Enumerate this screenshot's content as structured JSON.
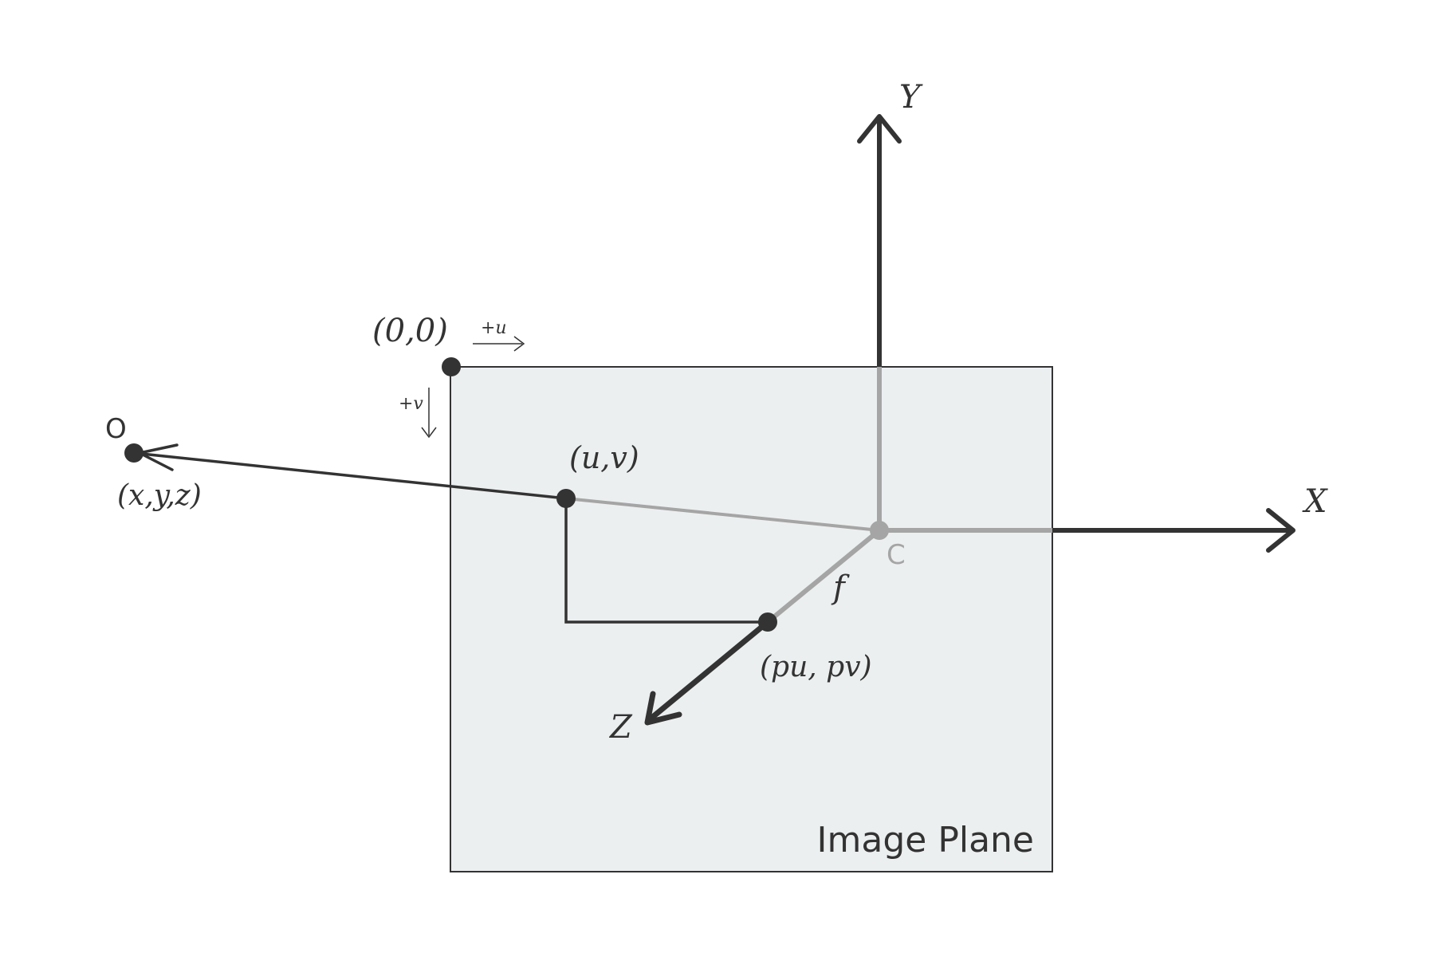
{
  "diagram": {
    "plane_label": "Image Plane",
    "points": {
      "origin": "(0,0)",
      "image_point": "(u,v)",
      "principal_point": "(pu, pv)",
      "world_point": "(x,y,z)",
      "object_label": "O",
      "camera_center": "C"
    },
    "directions": {
      "u_dir": "+u",
      "v_dir": "+v"
    },
    "axes": {
      "x": "X",
      "y": "Y",
      "z": "Z"
    },
    "focal_length": "f"
  },
  "colors": {
    "ink": "#333333",
    "plane_fill": "#eceff0",
    "light_gray": "#a5a5a5"
  }
}
